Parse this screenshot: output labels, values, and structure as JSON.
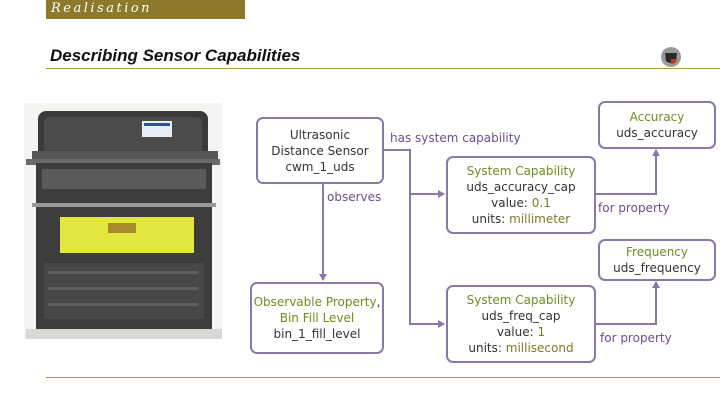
{
  "header": {
    "section": "Realisation",
    "title": "Describing Sensor Capabilities"
  },
  "nodes": {
    "sensor": {
      "line1": "Ultrasonic",
      "line2": "Distance Sensor",
      "line3": "cwm_1_uds"
    },
    "property": {
      "line1": "Observable Property",
      "line1_suffix": ",",
      "line2": "Bin Fill Level",
      "line3": "bin_1_fill_level"
    },
    "accuracy_cap": {
      "title": "System Capability",
      "name": "uds_accuracy_cap",
      "value_label": "value:",
      "value": "0.1",
      "units_label": "units:",
      "units": "millimeter"
    },
    "freq_cap": {
      "title": "System Capability",
      "name": "uds_freq_cap",
      "value_label": "value:",
      "value": "1",
      "units_label": "units:",
      "units": "millisecond"
    },
    "accuracy": {
      "line1": "Accuracy",
      "line2": "uds_accuracy"
    },
    "frequency": {
      "line1": "Frequency",
      "line2": "uds_frequency"
    }
  },
  "edges": {
    "has_system_capability": "has system capability",
    "observes": "observes",
    "for_property_1": "for property",
    "for_property_2": "for property"
  },
  "colors": {
    "node_border": "#8a78a8",
    "edge": "#8a78a8",
    "accent": "#8c7a2a",
    "green_text": "#6b8e23"
  }
}
